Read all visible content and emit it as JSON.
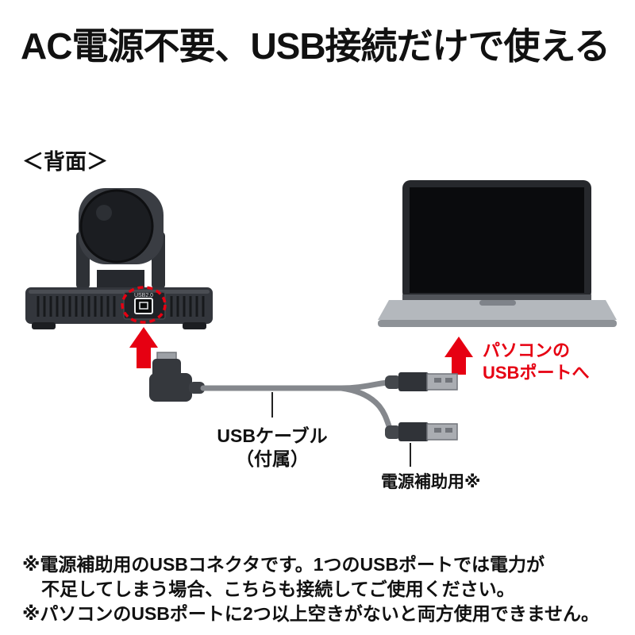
{
  "title": "AC電源不要、USB接続だけで使える",
  "diagram": {
    "rear_label": "＜背面＞",
    "port_label": "USB2.0",
    "pc_label_line1": "パソコンの",
    "pc_label_line2": "USBポートへ",
    "cable_label_line1": "USBケーブル",
    "cable_label_line2": "（付属）",
    "aux_label": "電源補助用※"
  },
  "footnotes": {
    "line1": "※電源補助用のUSBコネクタです。1つのUSBポートでは電力が",
    "line2": "不足してしまう場合、こちらも接続してご使用ください。",
    "line3": "※パソコンのUSBポートに2つ以上空きがないと両方使用できません。"
  },
  "colors": {
    "accent_red": "#e60012"
  }
}
